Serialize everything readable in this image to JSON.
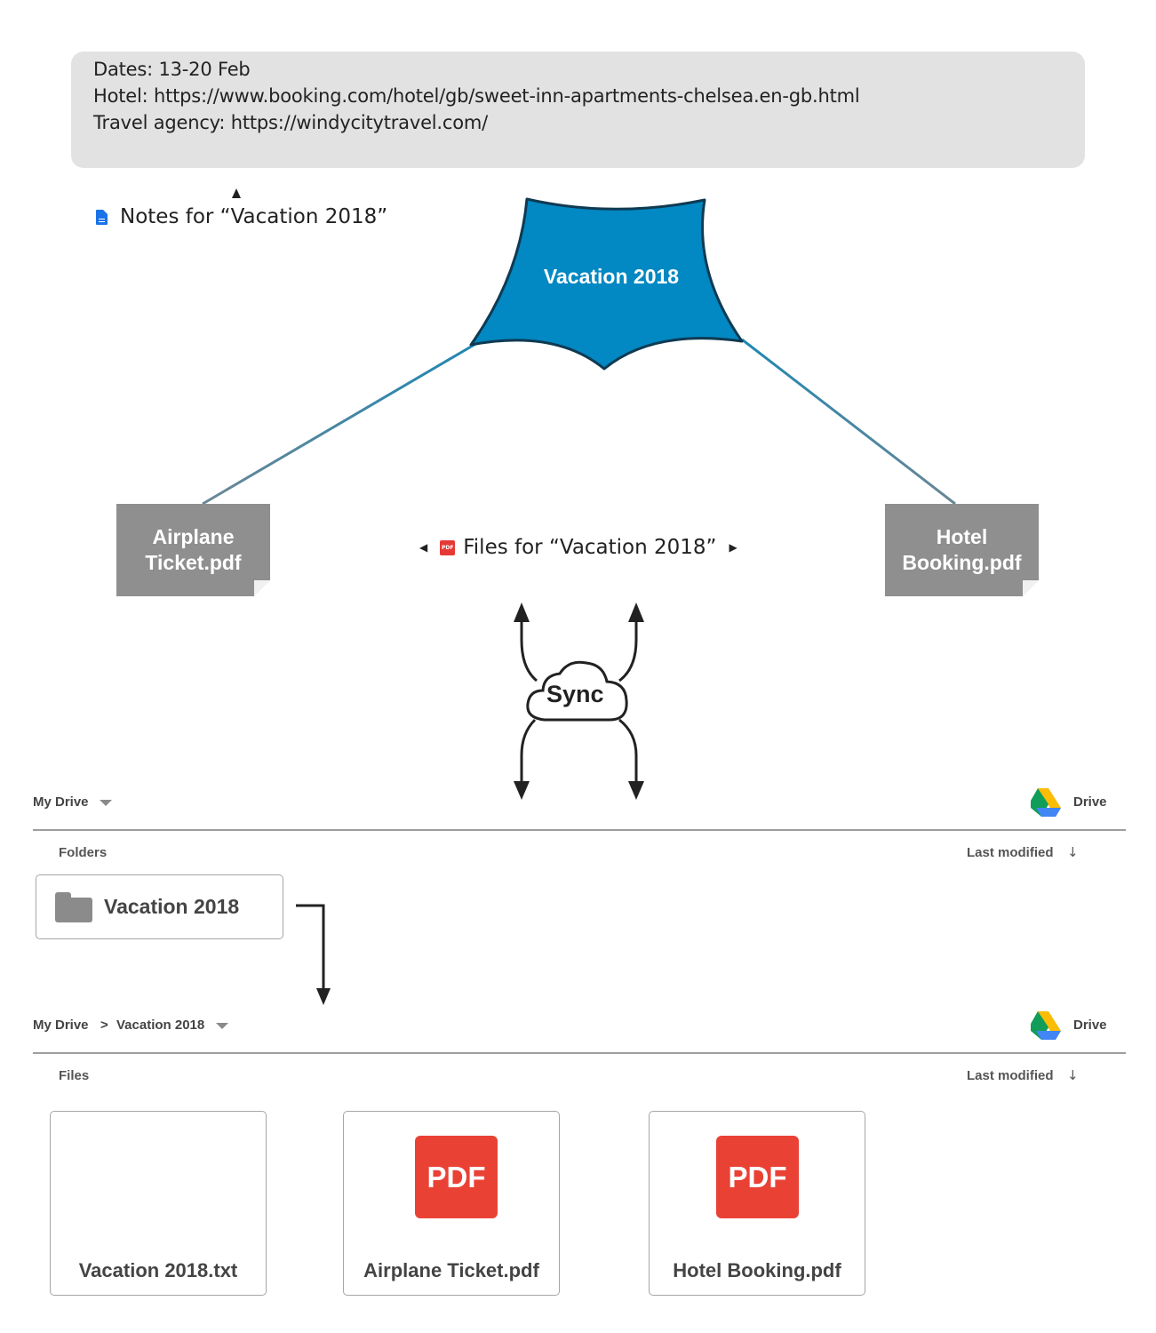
{
  "notes_box": {
    "lines": [
      "Dates: 13-20 Feb",
      "Hotel: https://www.booking.com/hotel/gb/sweet-inn-apartments-chelsea.en-gb.html",
      "Travel agency: https://windycitytravel.com/"
    ]
  },
  "notes_caption": "Notes for “Vacation 2018”",
  "hub": {
    "title": "Vacation 2018",
    "color": "#0288c2"
  },
  "file_cards": {
    "left": {
      "line1": "Airplane",
      "line2": "Ticket.pdf"
    },
    "right": {
      "line1": "Hotel",
      "line2": "Booking.pdf"
    }
  },
  "files_caption": "Files for “Vacation 2018”",
  "pdf_badge": "PDF",
  "sync_label": "Sync",
  "drive_top": {
    "breadcrumb": "My Drive",
    "brand": "Drive",
    "section": "Folders",
    "sort_label": "Last modified",
    "sort_arrow": "↓",
    "folder_name": "Vacation 2018"
  },
  "drive_bottom": {
    "breadcrumb_root": "My Drive",
    "breadcrumb_sep": ">",
    "breadcrumb_current": "Vacation 2018",
    "brand": "Drive",
    "section": "Files",
    "sort_label": "Last modified",
    "sort_arrow": "↓",
    "files": [
      {
        "name": "Vacation 2018.txt",
        "icon": "google-doc-icon"
      },
      {
        "name": "Airplane Ticket.pdf",
        "icon": "pdf-icon",
        "badge": "PDF"
      },
      {
        "name": "Hotel Booking.pdf",
        "icon": "pdf-icon",
        "badge": "PDF"
      }
    ]
  },
  "colors": {
    "hub_fill": "#0288c2",
    "connector": "#5a8aa3",
    "file_card": "#8f8f8f",
    "pdf_red": "#e94235",
    "doc_blue": "#1a73e8"
  }
}
